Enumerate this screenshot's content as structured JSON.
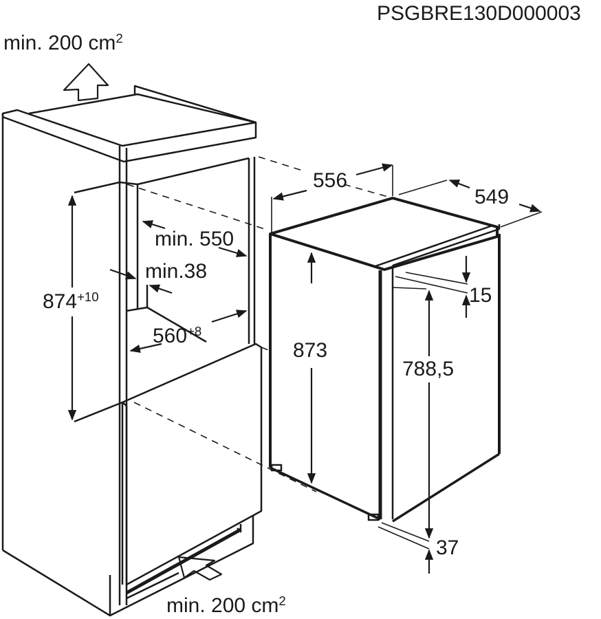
{
  "diagram": {
    "code": "PSGBRE130D000003",
    "colors": {
      "line": "#1a1a1a",
      "background": "#ffffff"
    },
    "ventilation": {
      "top": {
        "label": "min. 200 cm",
        "sup": "2",
        "icon": "arrow-up-outline-icon"
      },
      "bottom": {
        "label": "min. 200 cm",
        "sup": "2",
        "icon": "arrow-diagonal-outline-icon"
      }
    },
    "niche": {
      "height": {
        "value": "874",
        "tolerance": "+10"
      },
      "depth": {
        "label": "min. 550"
      },
      "side_gap": {
        "label": "min.38"
      },
      "width": {
        "value": "560",
        "tolerance": "+8"
      }
    },
    "appliance": {
      "width": "556",
      "depth": "549",
      "height": "873",
      "door_top_offset": "15",
      "door_height": "788,5",
      "door_bottom_offset": "37"
    }
  }
}
